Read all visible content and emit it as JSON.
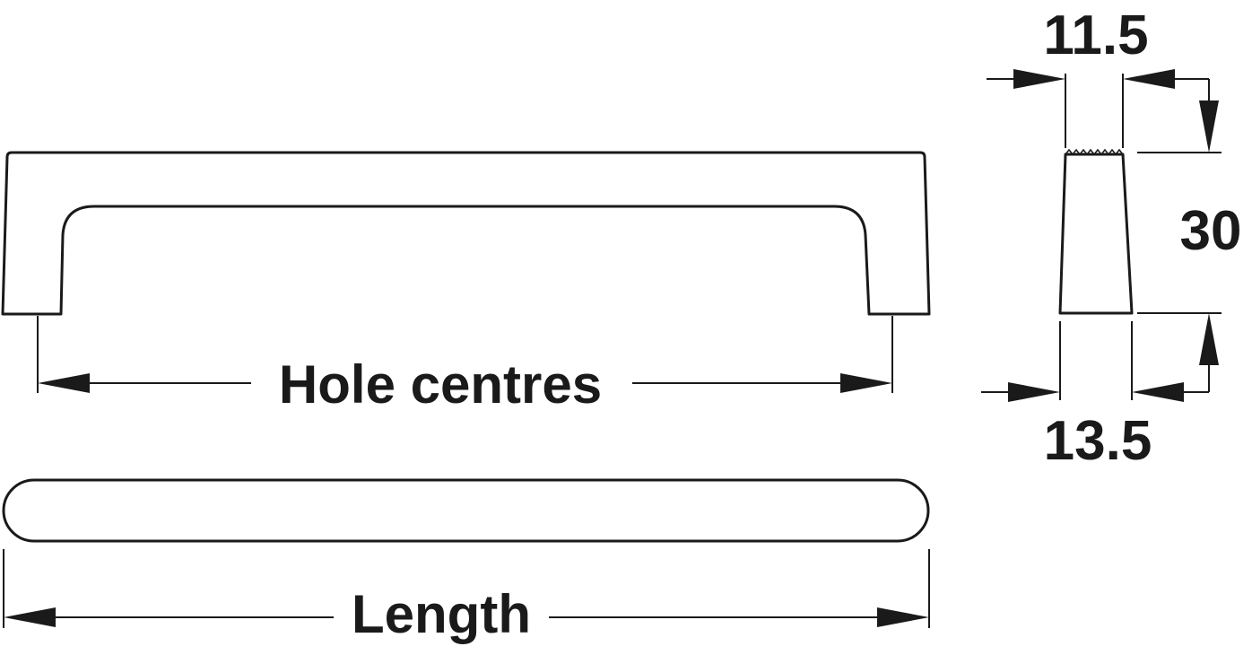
{
  "diagram": {
    "labels": {
      "hole_centres": "Hole centres",
      "length": "Length",
      "top_width": "11.5",
      "height": "30",
      "base_width": "13.5"
    },
    "colors": {
      "line": "#1a1a1a",
      "background": "#ffffff"
    }
  }
}
